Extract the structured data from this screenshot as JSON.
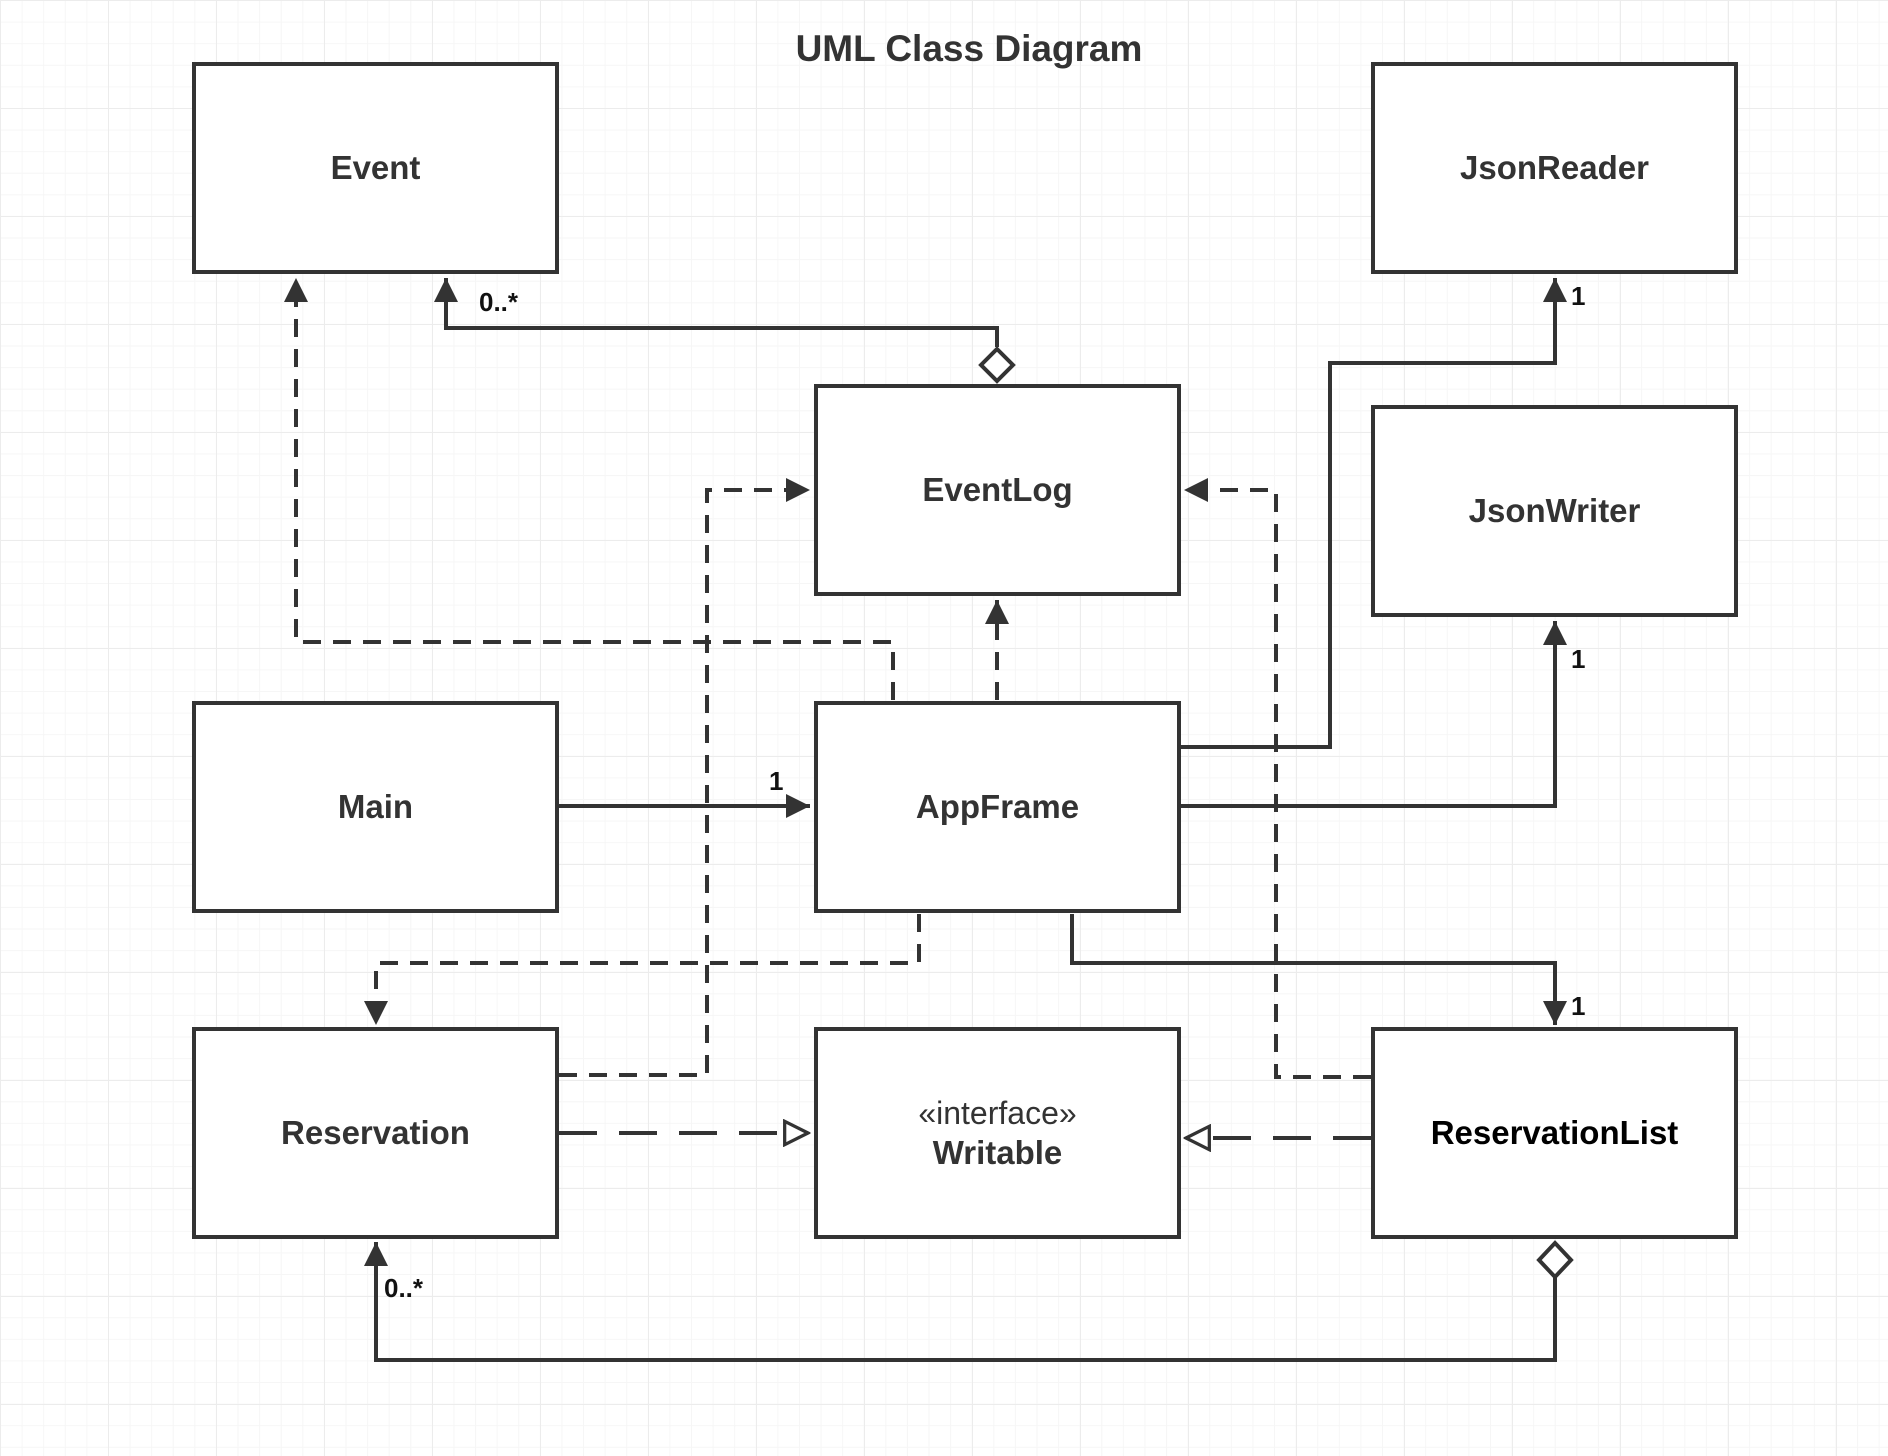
{
  "title": "UML Class Diagram",
  "colors": {
    "line": "#333333",
    "background": "#ffffff",
    "grid": "#ececec"
  },
  "classes": {
    "event": "Event",
    "eventlog": "EventLog",
    "jsonreader": "JsonReader",
    "jsonwriter": "JsonWriter",
    "main": "Main",
    "appframe": "AppFrame",
    "reservation": "Reservation",
    "writable": {
      "stereotype": "«interface»",
      "name": "Writable"
    },
    "reservationlist": "ReservationList"
  },
  "multiplicities": {
    "eventlog_event": "0..*",
    "appframe_jsonreader": "1",
    "appframe_jsonwriter": "1",
    "main_appframe": "1",
    "appframe_reservationlist": "1",
    "reservationlist_reservation": "0..*"
  }
}
